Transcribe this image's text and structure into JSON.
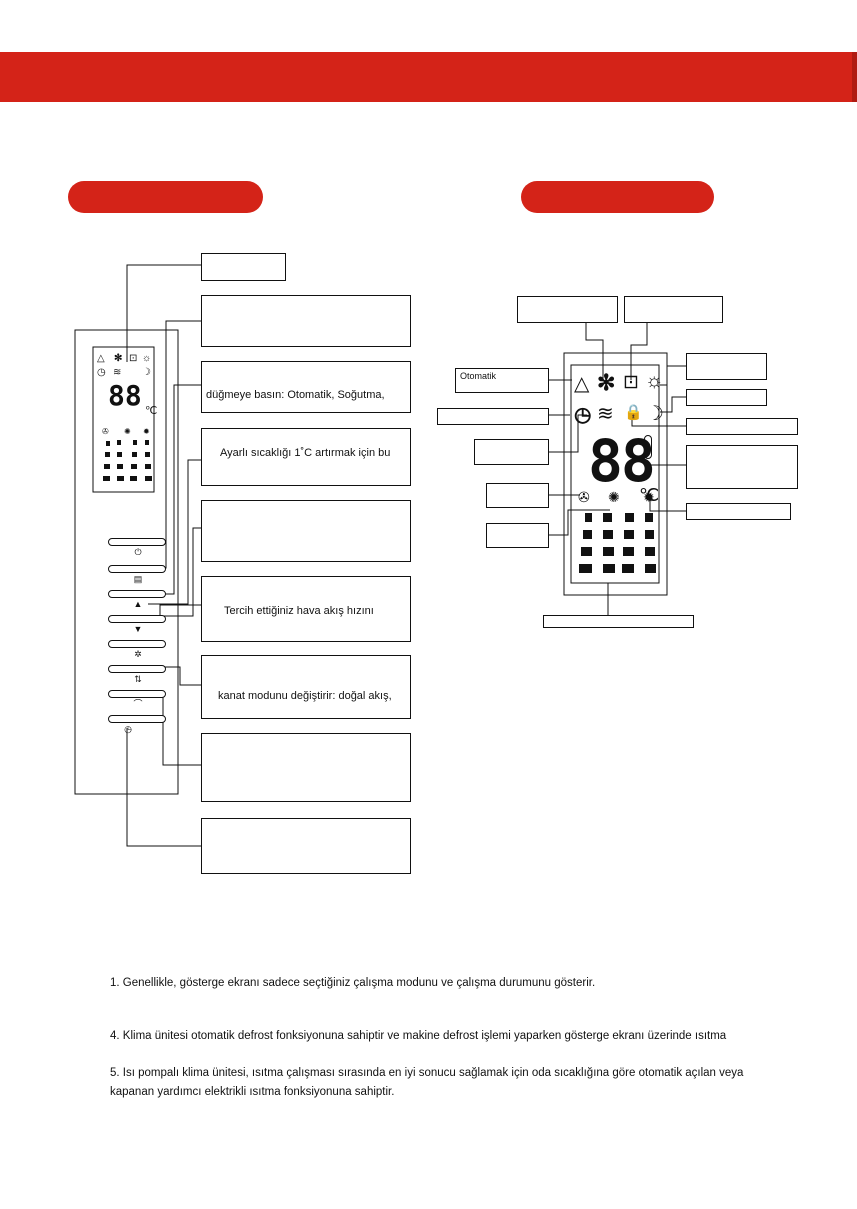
{
  "remote_labels": {
    "box2_text": "",
    "box3_text": "düğmeye basın: Otomatik, Soğutma,",
    "box4_text": "Ayarlı sıcaklığı 1˚C artırmak için bu",
    "box6_text": "Tercih ettiğiniz hava akış hızını",
    "box7_text": "kanat modunu değiştirir: doğal akış,"
  },
  "display_labels": {
    "auto_label": "Otomatik"
  },
  "display": {
    "temperature_digits": "88",
    "unit": "℃",
    "large_unit": "℃"
  },
  "notes": [
    "1. Genellikle, gösterge ekranı sadece seçtiğiniz çalışma modunu ve çalışma durumunu gösterir.",
    "4. Klima ünitesi otomatik defrost fonksiyonuna sahiptir ve makine defrost işlemi yaparken gösterge ekranı üzerinde ısıtma",
    "5. Isı pompalı klima ünitesi, ısıtma çalışması sırasında en iyi sonucu sağlamak için oda sıcaklığına göre otomatik açılan veya",
    "kapanan yardımcı elektrikli ısıtma fonksiyonuna sahiptir."
  ],
  "icons": {
    "auto": "△",
    "cool": "✻",
    "dry": "⊡",
    "heat": "☼",
    "timer": "◷",
    "fan": "≋",
    "lock": "🔒",
    "sleep": "☽",
    "power": "⏻"
  },
  "colors": {
    "accent": "#d42318"
  }
}
